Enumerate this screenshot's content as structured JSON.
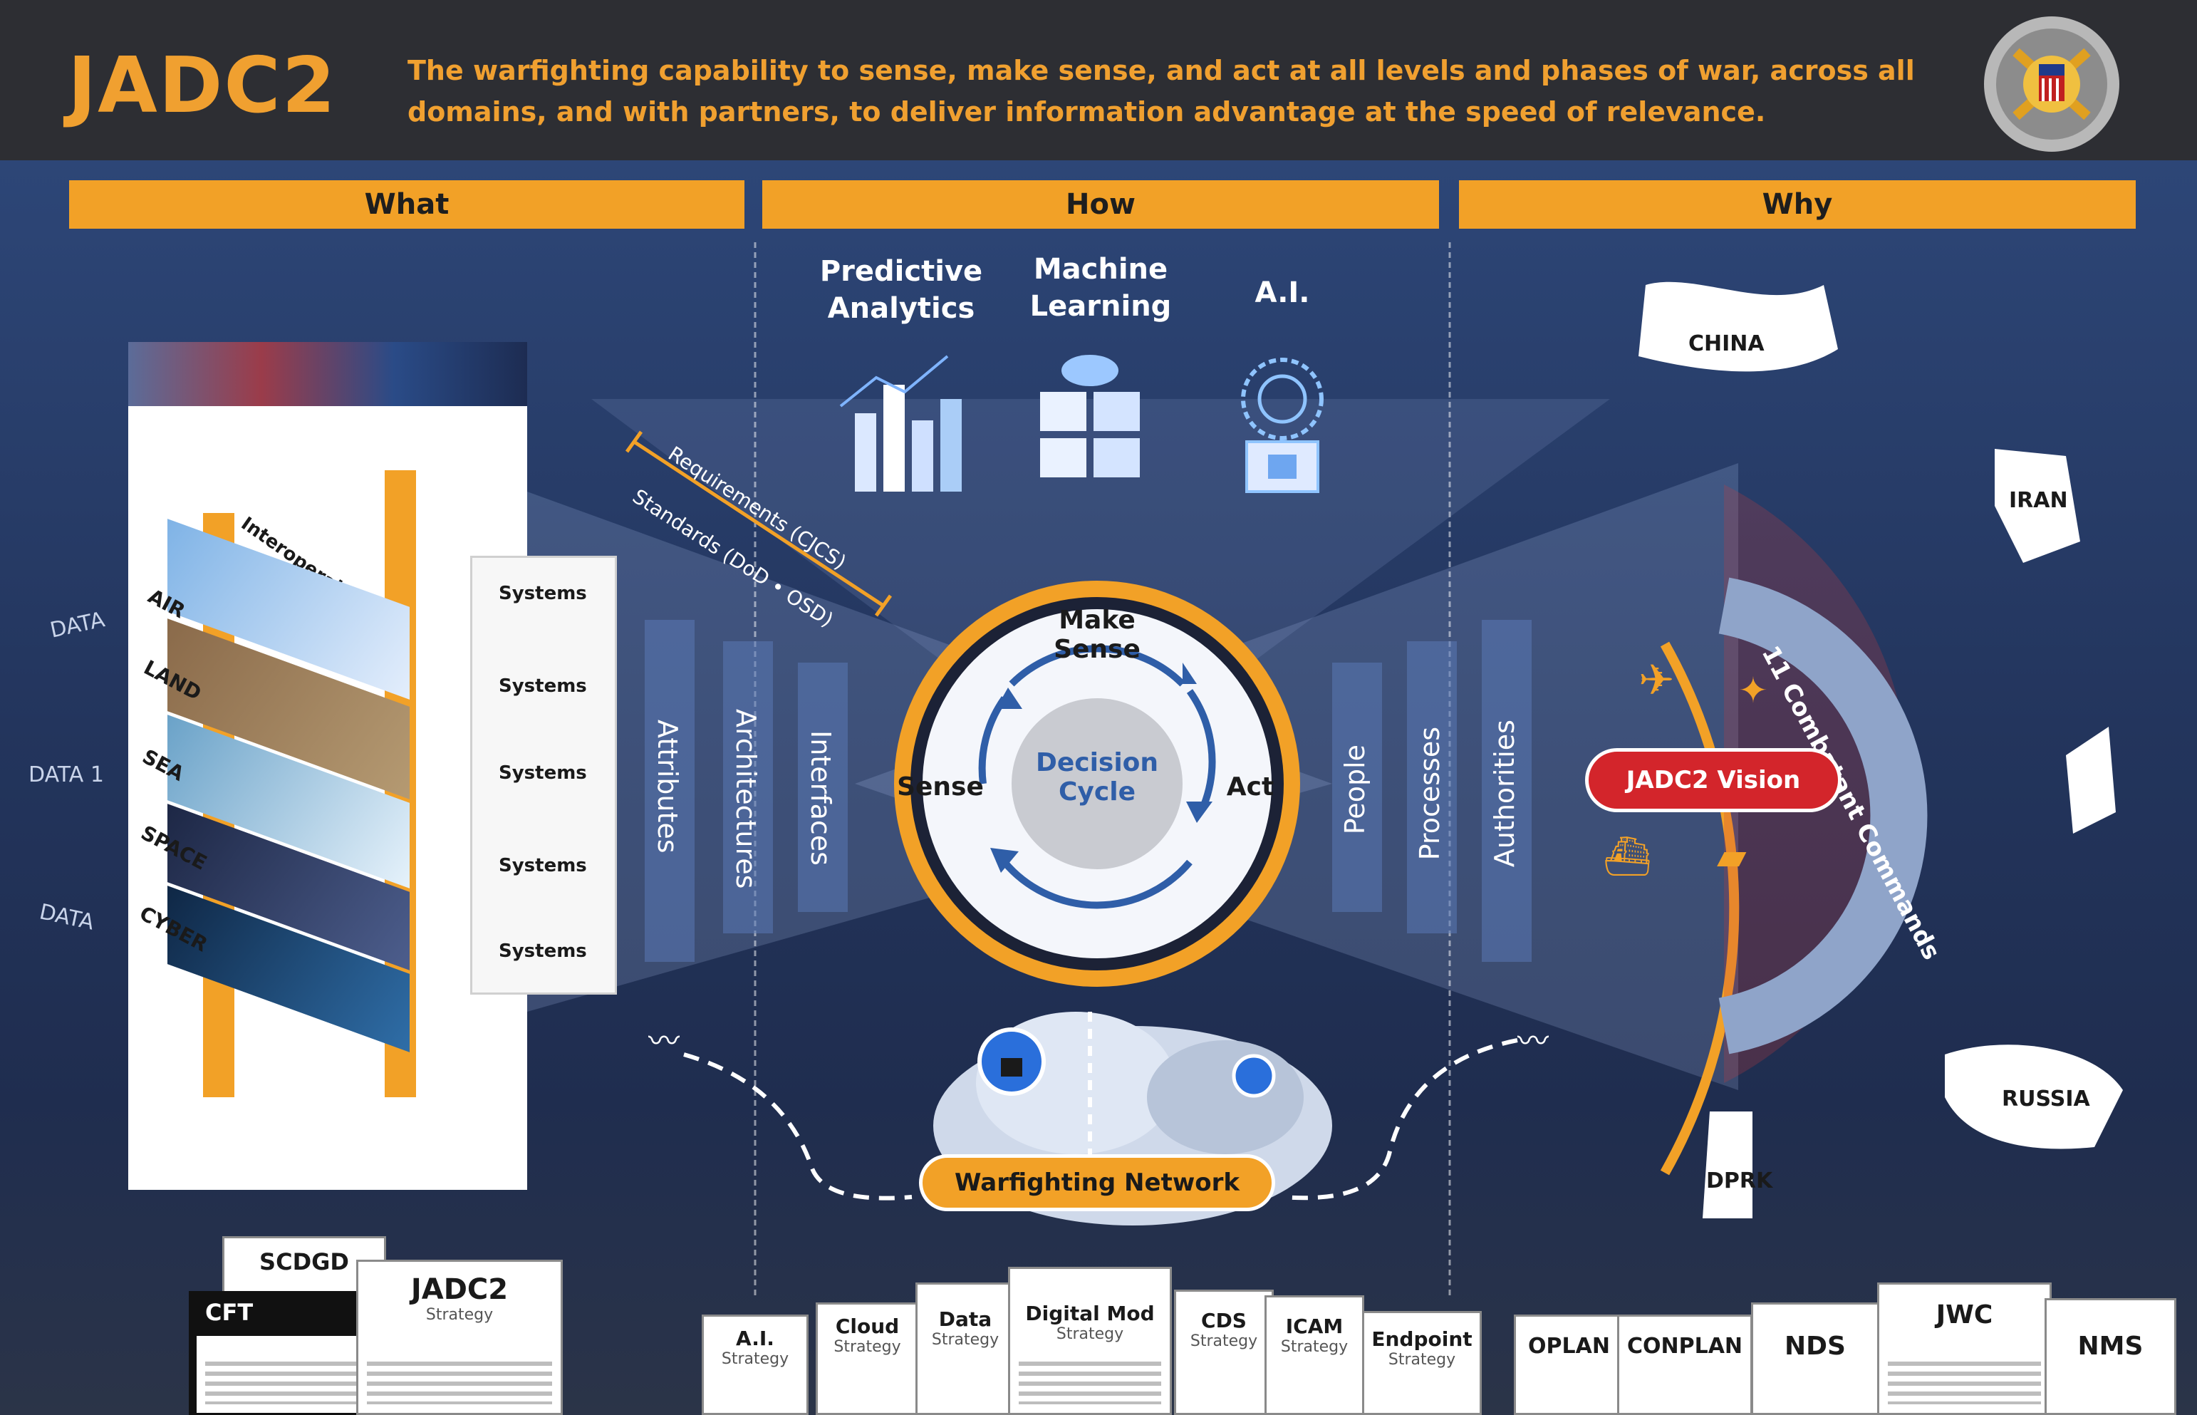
{
  "header": {
    "title": "JADC2",
    "tagline": "The warfighting capability to sense, make sense, and act at all levels and phases of war, across all domains, and with partners, to deliver information advantage at the speed of relevance."
  },
  "sections": {
    "what": "What",
    "how": "How",
    "why": "Why"
  },
  "how": {
    "tech": [
      "Predictive Analytics",
      "Machine Learning",
      "A.I."
    ],
    "requirements": "Requirements (CJCS)",
    "standards": "Standards (DoD • OSD)",
    "columns_left": [
      "Attributes",
      "Architectures",
      "Interfaces"
    ],
    "columns_right": [
      "People",
      "Processes",
      "Authorities"
    ],
    "cycle": {
      "center": "Decision Cycle",
      "top": "Make Sense",
      "left": "Sense",
      "right": "Act"
    },
    "network": "Warfighting Network"
  },
  "what": {
    "interoperability": "Interoperability",
    "layers": [
      "AIR",
      "LAND",
      "SEA",
      "SPACE",
      "CYBER"
    ],
    "systems": [
      "Systems",
      "Systems",
      "Systems",
      "Systems",
      "Systems"
    ],
    "data_text": [
      "DATA",
      "DATA 1",
      "DATA"
    ]
  },
  "why": {
    "vision": "JADC2 Vision",
    "commands": "11 Combatant Commands",
    "threats": [
      "CHINA",
      "IRAN",
      "RUSSIA",
      "DPRK"
    ]
  },
  "docs": {
    "left": [
      {
        "title": "SCDGD",
        "sub": ""
      },
      {
        "title": "CFT",
        "sub": ""
      },
      {
        "title": "JADC2",
        "sub": "Strategy"
      }
    ],
    "middle": [
      {
        "title": "A.I.",
        "sub": "Strategy"
      },
      {
        "title": "Cloud",
        "sub": "Strategy"
      },
      {
        "title": "Data",
        "sub": "Strategy"
      },
      {
        "title": "Digital Mod",
        "sub": "Strategy"
      },
      {
        "title": "CDS",
        "sub": "Strategy"
      },
      {
        "title": "ICAM",
        "sub": "Strategy"
      },
      {
        "title": "Endpoint",
        "sub": "Strategy"
      }
    ],
    "right": [
      {
        "title": "OPLAN",
        "sub": ""
      },
      {
        "title": "CONPLAN",
        "sub": ""
      },
      {
        "title": "NDS",
        "sub": ""
      },
      {
        "title": "JWC",
        "sub": ""
      },
      {
        "title": "NMS",
        "sub": ""
      }
    ]
  },
  "colors": {
    "accent": "#f2a127",
    "header_bg": "#2d2e33",
    "vision_red": "#d3252b",
    "navy": "#22375f"
  }
}
